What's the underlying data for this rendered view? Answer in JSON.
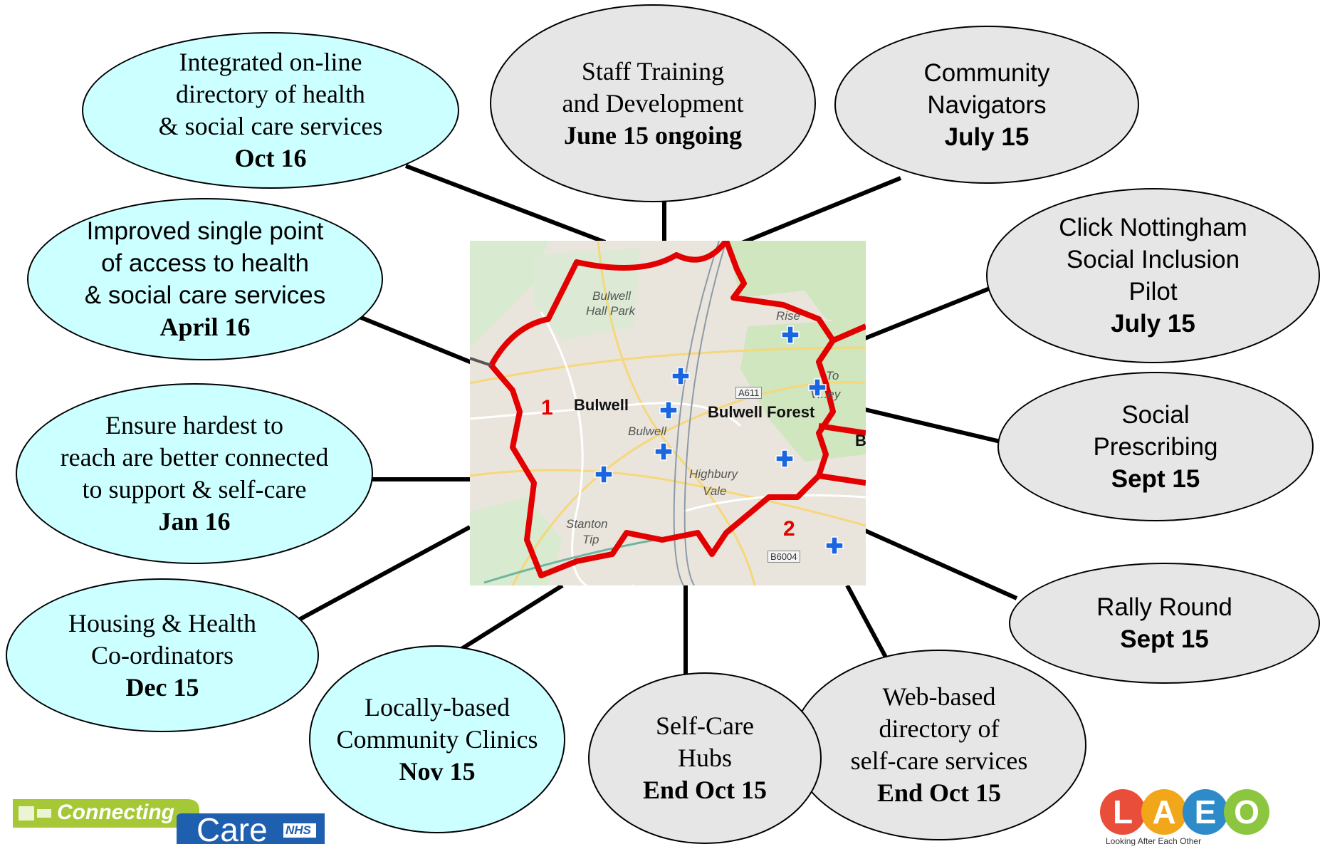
{
  "nodes": {
    "directory": {
      "lines": [
        "Integrated on-line",
        "directory of health",
        "& social care services"
      ],
      "date": "Oct 16"
    },
    "staff_training": {
      "lines": [
        "Staff Training",
        "and Development"
      ],
      "date": "June 15 ongoing"
    },
    "navigators": {
      "lines": [
        "Community",
        "Navigators"
      ],
      "date": "July 15"
    },
    "single_point": {
      "lines": [
        "Improved single point",
        "of access to health",
        "& social care services"
      ],
      "date": "April 16"
    },
    "click_nottingham": {
      "lines": [
        "Click Nottingham",
        "Social Inclusion",
        "Pilot"
      ],
      "date": "July 15"
    },
    "hardest_to_reach": {
      "lines": [
        "Ensure hardest to",
        "reach are better connected",
        "to support & self-care"
      ],
      "date": "Jan 16"
    },
    "social_prescribing": {
      "lines": [
        "Social",
        "Prescribing"
      ],
      "date": "Sept 15"
    },
    "rally_round": {
      "lines": [
        "Rally Round"
      ],
      "date": "Sept 15"
    },
    "housing_health": {
      "lines": [
        "Housing & Health",
        "Co-ordinators"
      ],
      "date": "Dec 15"
    },
    "clinics": {
      "lines": [
        "Locally-based",
        "Community Clinics"
      ],
      "date": "Nov 15"
    },
    "hubs": {
      "lines": [
        "Self-Care",
        "Hubs"
      ],
      "date": "End Oct 15"
    },
    "web_directory": {
      "lines": [
        "Web-based",
        "directory of",
        "self-care services"
      ],
      "date": "End Oct 15"
    }
  },
  "map": {
    "towns": {
      "bulwell": "Bulwell",
      "bulwell_forest": "Bulwell Forest",
      "b_edge": "B"
    },
    "places": {
      "bulwell_hall_park_1": "Bulwell",
      "bulwell_hall_park_2": "Hall Park",
      "rise_park": "Rise",
      "bulwell_station": "Bulwell",
      "highbury_1": "Highbury",
      "highbury_2": "Vale",
      "stanton_1": "Stanton",
      "stanton_2": "Tip",
      "top_valley_1": "To",
      "top_valley_2": "V...ey"
    },
    "roads": {
      "a611": "A611",
      "b6004": "B6004"
    },
    "wards": {
      "ward_1": "1",
      "ward_2": "2"
    },
    "colors": {
      "boundary": "#e30000",
      "cross": "#1a66e0",
      "green": "#cfe6bf",
      "urban": "#e9e5dc"
    }
  },
  "logos": {
    "connecting_care": {
      "text": "Connecting",
      "care": "Care",
      "nhs": "NHS"
    },
    "laeo": {
      "letters": [
        "L",
        "A",
        "E",
        "O"
      ],
      "colors": [
        "#e94e3a",
        "#f2a71b",
        "#2e8bc9",
        "#8cc63f"
      ],
      "tagline": "Looking After Each Other"
    }
  },
  "colors": {
    "cyan_node": "#ccffff",
    "grey_node": "#e6e6e6",
    "connector": "#000000"
  }
}
